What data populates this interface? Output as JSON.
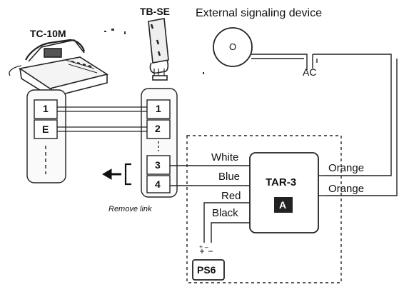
{
  "devices": {
    "phone": "TC-10M",
    "headset": "TB-SE",
    "external": "External signaling device",
    "external_symbol": "O",
    "ac": "AC",
    "controller": "TAR-3",
    "controller_badge": "A",
    "power_supply": "PS6",
    "power_polarity": "+ –"
  },
  "terminals": {
    "left": [
      "1",
      "E"
    ],
    "right": [
      "1",
      "2",
      "3",
      "4"
    ]
  },
  "wires": {
    "white": "White",
    "blue": "Blue",
    "red": "Red",
    "black": "Black",
    "orange_1": "Orange",
    "orange_2": "Orange"
  },
  "notes": {
    "remove_link": "Remove link"
  },
  "icons": [
    "telephone-icon",
    "handset-icon",
    "bell-icon",
    "arrow-left-icon",
    "link-bracket-icon"
  ]
}
